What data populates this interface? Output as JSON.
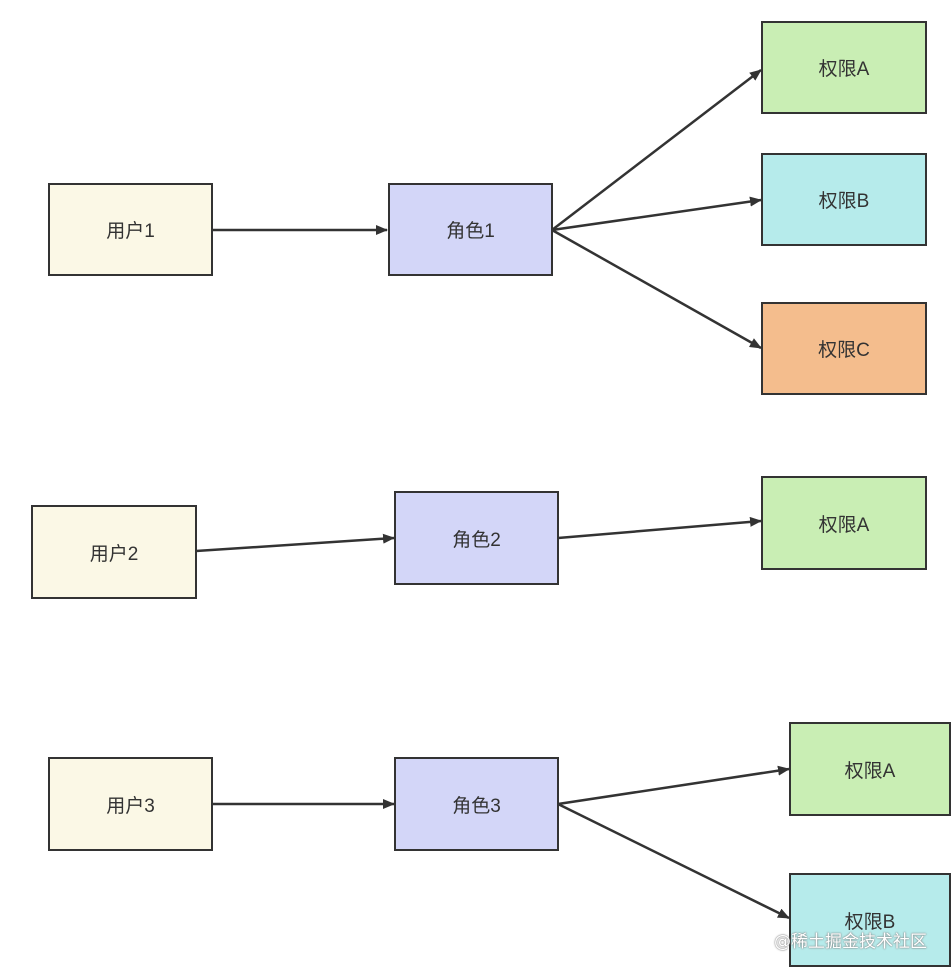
{
  "groups": [
    {
      "user": "用户1",
      "role": "角色1",
      "permissions": [
        "权限A",
        "权限B",
        "权限C"
      ]
    },
    {
      "user": "用户2",
      "role": "角色2",
      "permissions": [
        "权限A"
      ]
    },
    {
      "user": "用户3",
      "role": "角色3",
      "permissions": [
        "权限A",
        "权限B"
      ]
    }
  ],
  "colors": {
    "user": "#fbf8e6",
    "role": "#d3d6f8",
    "perm_a": "#c9eeb4",
    "perm_b": "#b6ebeb",
    "perm_c": "#f4bd8d",
    "stroke": "#333333"
  },
  "watermark": "@稀土掘金技术社区"
}
